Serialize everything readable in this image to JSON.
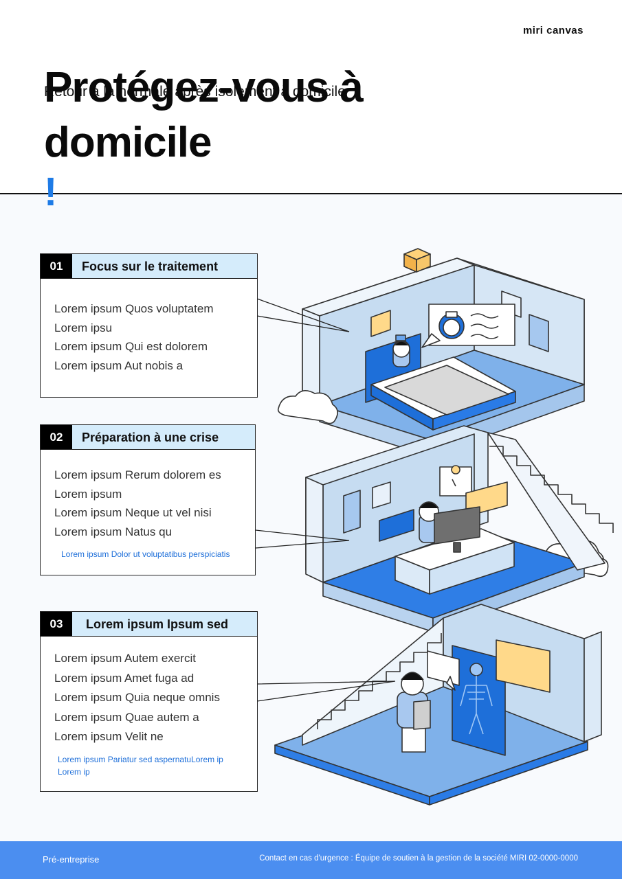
{
  "brand": "miri canvas",
  "header": {
    "subtitle": "Retour à la normale après isolement à domicile",
    "title": "Protégez-vous à domicile",
    "exclaim": "!"
  },
  "sections": [
    {
      "number": "01",
      "title": "Focus sur le traitement",
      "items": [
        "Lorem ipsum Quos voluptatem",
        "Lorem ipsu",
        "Lorem ipsum Qui est dolorem",
        "Lorem ipsum Aut nobis a"
      ],
      "note": ""
    },
    {
      "number": "02",
      "title": "Préparation à une crise",
      "items": [
        "Lorem ipsum Rerum dolorem es",
        "Lorem ipsum",
        "Lorem ipsum Neque ut vel nisi",
        "Lorem ipsum Natus qu"
      ],
      "note": "Lorem ipsum Dolor ut voluptatibus perspiciatis"
    },
    {
      "number": "03",
      "title": "Lorem ipsum Ipsum sed",
      "items": [
        "Lorem ipsum Autem exercit",
        "Lorem ipsum Amet fuga ad",
        "Lorem ipsum Quia neque omnis",
        "Lorem ipsum Quae autem a",
        "Lorem ipsum Velit ne"
      ],
      "note": "Lorem ipsum Pariatur sed aspernatuLorem ip Lorem ip"
    }
  ],
  "footer": {
    "left": "Pré-entreprise",
    "right": "Contact en cas d'urgence : Équipe de soutien à la gestion de la société MIRI 02-0000-0000"
  },
  "colors": {
    "accent": "#1e7be6",
    "section_header": "#d5ecfb",
    "footer": "#4b8ef0",
    "floor": "#4a90e2"
  }
}
